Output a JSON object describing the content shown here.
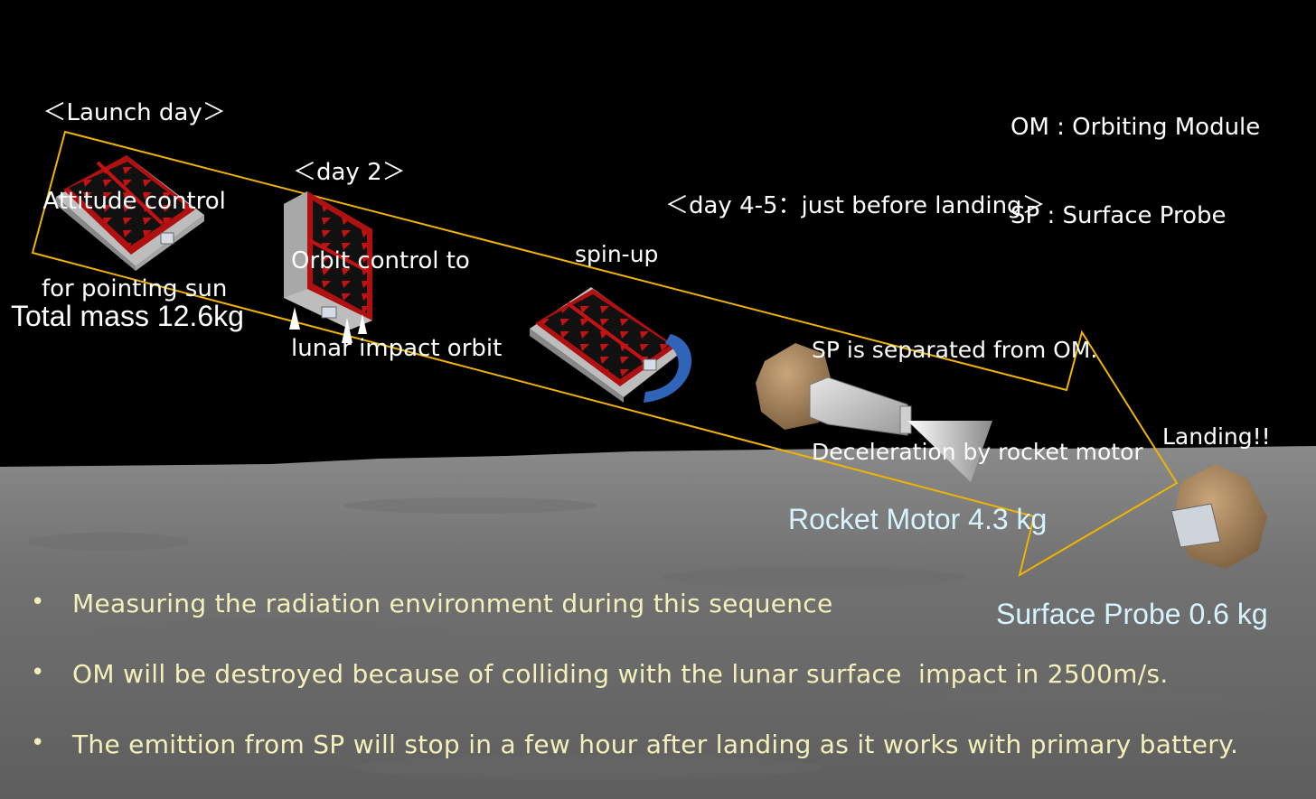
{
  "stages": {
    "launch": {
      "title": "＜Launch day＞",
      "line1": "Attitude control",
      "line2": "for pointing sun"
    },
    "day2": {
      "title": "＜day 2＞",
      "line1": "Orbit control to",
      "line2": "lunar impact orbit"
    },
    "day45": {
      "title": "＜day 4-5：just before landing＞"
    },
    "spinup": "spin-up",
    "separation": {
      "line1": "SP is separated from OM.",
      "line2": "Deceleration by rocket motor"
    },
    "landing": "Landing!!"
  },
  "legend": {
    "om": "OM : Orbiting Module",
    "sp": "SP : Surface Probe"
  },
  "masses": {
    "total": "Total mass 12.6kg",
    "rocket_motor": "Rocket Motor 4.3 kg",
    "surface_probe": "Surface Probe 0.6 kg"
  },
  "bullets": [
    "Measuring the radiation environment during this sequence",
    "OM will be destroyed because of colliding with the lunar surface  impact in 2500m/s.",
    "The emittion from SP will stop in a few hour after landing as it works with primary battery."
  ],
  "bullet_symbol": "•",
  "icons": {
    "spacecraft": "cubesat-icon",
    "spin_arrow": "curved-arrow-icon",
    "probe": "airbag-probe-icon",
    "thruster": "rocket-plume-icon"
  },
  "colors": {
    "sky": "#000000",
    "lunar_surface": "#7b7b7b",
    "arrow_outline": "#f0b400",
    "label_white": "#ffffff",
    "mass_label": "#d6f4ff",
    "bullet_text": "#f3f1b9",
    "solar_panel_red": "#cc1111",
    "spin_arrow": "#2f64b8",
    "probe_tan": "#a3825a"
  }
}
